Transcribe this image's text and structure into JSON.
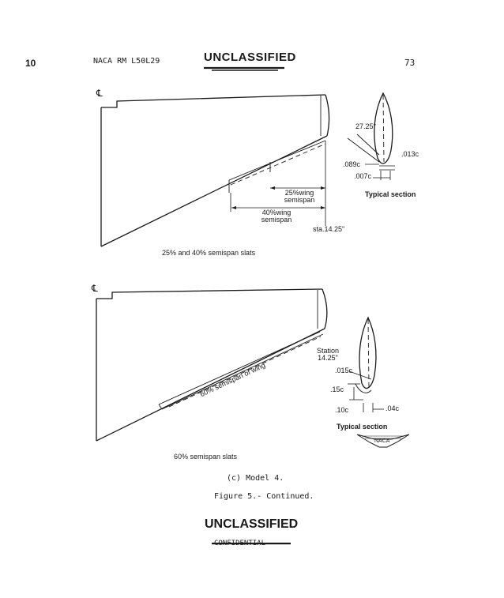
{
  "header": {
    "page_number": "10",
    "report_id": "NACA RM L50L29",
    "classification_top": "UNCLASSIFIED",
    "sheet_number": "73"
  },
  "figure_top": {
    "centerline_mark": "℄",
    "label_25": "25%wing semispan",
    "label_40": "40%wing semispan",
    "station": "sta.14.25\"",
    "angle": "27.25°",
    "dim_013": ".013c",
    "dim_089": ".089c",
    "dim_007": ".007c",
    "section_caption": "Typical section",
    "caption": "25% and 40% semispan slats"
  },
  "figure_bottom": {
    "centerline_mark": "℄",
    "station": "Station 14.25\"",
    "slat_label": "60% semispan of wing",
    "dim_015": ".015c",
    "dim_15": ".15c",
    "dim_10": ".10c",
    "dim_04": ".04c",
    "section_caption": "Typical section",
    "naca_logo": "NACA",
    "caption": "60% semispan slats"
  },
  "footer": {
    "sub_caption": "(c) Model 4.",
    "figure_caption": "Figure 5.- Continued.",
    "classification_bottom": "UNCLASSIFIED",
    "struck_text": "CONFIDENTIAL"
  }
}
